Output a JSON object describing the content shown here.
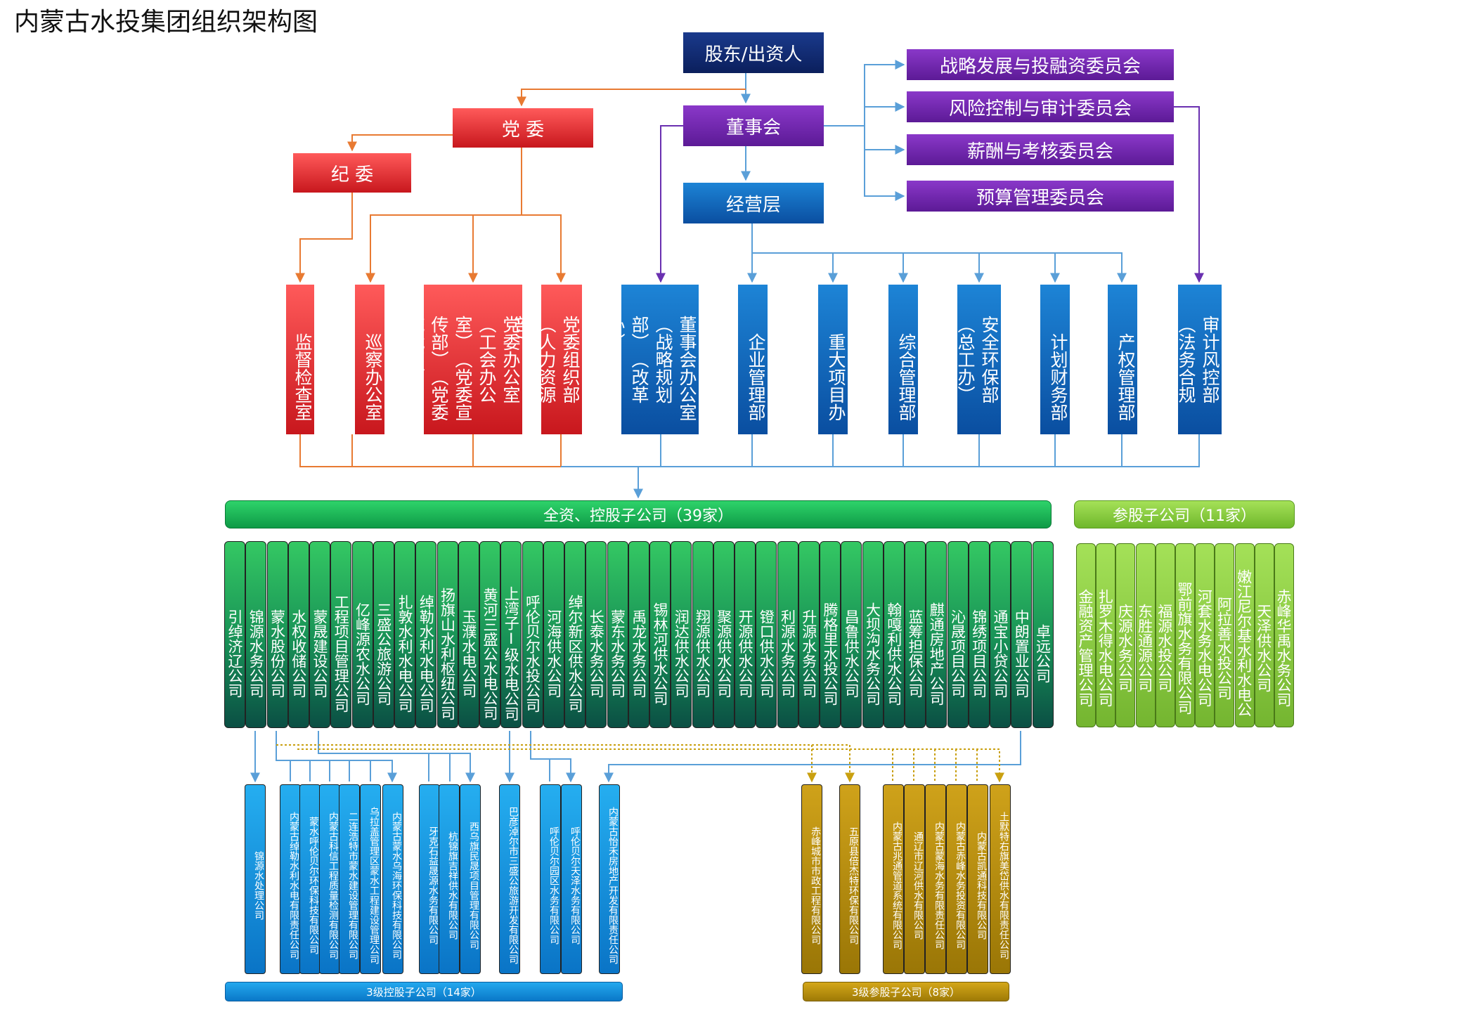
{
  "title": "内蒙古水投集团组织架构图",
  "top": {
    "shareholders": "股东/出资人",
    "party_committee": "党 委",
    "board": "董事会",
    "discipline": "纪 委",
    "management": "经营层"
  },
  "committees": [
    "战略发展与投融资委员会",
    "风险控制与审计委员会",
    "薪酬与考核委员会",
    "预算管理委员会"
  ],
  "party_departments": [
    "监督检查室",
    "巡察办公室",
    "党委办公室︵工会办公室︶︵党委宣传部︶︵党委统战部︶",
    "党委组织部︵人力资源部︶"
  ],
  "company_departments": [
    "董事会办公室︵战略规划部︶︵改革办︶",
    "企业管理部",
    "重大项目办",
    "综合管理部",
    "安全环保部︵总工办︶",
    "计划财务部",
    "产权管理部",
    "审计风控部︵法务合规部︶"
  ],
  "controlled": {
    "label": "全资、控股子公司（39家）",
    "items": [
      "引绰济辽公司",
      "锦源水务公司",
      "蒙水股份公司",
      "水权收储公司",
      "蒙晟建设公司",
      "工程项目管理公司",
      "亿峰源农水公司",
      "三盛公旅游公司",
      "扎敦水利水电公司",
      "绰勒水利水电公司",
      "扬旗山水利枢纽公司",
      "玉濮水电公司",
      "黄河三盛公水电公司",
      "上湾子Ⅰ级水电公司",
      "呼伦贝尔水投公司",
      "河海供水公司",
      "绰尔新区供水公司",
      "长泰水务公司",
      "蒙东水务公司",
      "禹龙水务公司",
      "锡林河供水公司",
      "润达供水公司",
      "翔源供水公司",
      "聚源供水公司",
      "开源供水公司",
      "镫口供水公司",
      "利源水务公司",
      "升源水务公司",
      "腾格里水投公司",
      "昌鲁供水公司",
      "大坝沟水务公司",
      "翰嘎利供水公司",
      "蓝筹担保公司",
      "麒通房地产公司",
      "沁晟项目公司",
      "锦绣项目公司",
      "通宝小贷公司",
      "中朗置业公司",
      "卓远公司"
    ]
  },
  "participating": {
    "label": "参股子公司（11家）",
    "items": [
      "金融资产管理公司",
      "扎罗木得水电公司",
      "庆源水务公司",
      "东胜通源公司",
      "福源水投公司",
      "鄂前旗水务有限公司",
      "河套水务水电公司",
      "阿拉善水投公司",
      "嫩江尼尔基水利水电公司",
      "天泽供水公司",
      "赤峰华禹水务公司"
    ]
  },
  "level3_controlled": {
    "label": "3级控股子公司（14家）",
    "items": [
      "锦源水处理公司",
      "内蒙古绰勒水利水电有限责任公司",
      "蒙水呼伦贝尔环保科技有限公司",
      "内蒙古科信工程质量检测有限公司",
      "二连浩特市蒙水建设管理有限公司",
      "乌拉盖管理区蒙水工程建设管理公司",
      "内蒙古蒙水乌海环保科技有限公司",
      "牙克石益晟源水务有限公司",
      "杭锦旗吉祥供水有限公司",
      "西乌旗民晟项目管理有限公司",
      "巴彦淖尔市三盛公旅游开发有限公司",
      "呼伦贝尔园区水务有限公司",
      "呼伦贝尔天泽水务有限公司",
      "内蒙古怡禾房地产开发有限责任公司"
    ]
  },
  "level3_participating": {
    "label": "3级参股子公司（8家）",
    "items": [
      "赤峰城市市政工程有限公司",
      "五原县倍杰特环保有限公司",
      "内蒙古兆通管道系统有限公司",
      "通辽市辽河供水有限公司",
      "内蒙古蒙海水务有限责任公司",
      "内蒙古赤峰水务投资有限公司",
      "内蒙古凯通科技有限公司",
      "土默特右旗美岱供水有限责任公司"
    ]
  }
}
